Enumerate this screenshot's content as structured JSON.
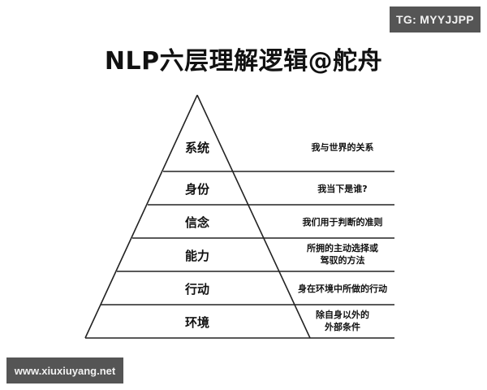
{
  "title": "NLP六层理解逻辑@舵舟",
  "watermarks": {
    "top_right": "TG: MYYJJPP",
    "bottom_left": "www.xiuxiuyang.net"
  },
  "pyramid": {
    "levels": [
      {
        "name": "系统",
        "description": "我与世界的关系"
      },
      {
        "name": "身份",
        "description": "我当下是谁?"
      },
      {
        "name": "信念",
        "description": "我们用于判断的准则"
      },
      {
        "name": "能力",
        "description": "所拥的主动选择或驾驭的方法",
        "description_lines": [
          "所拥的主动选择或",
          "驾驭的方法"
        ]
      },
      {
        "name": "行动",
        "description": "身在环境中所做的行动"
      },
      {
        "name": "环境",
        "description": "除自身以外的外部条件",
        "description_lines": [
          "除自身以外的",
          "外部条件"
        ]
      }
    ]
  }
}
